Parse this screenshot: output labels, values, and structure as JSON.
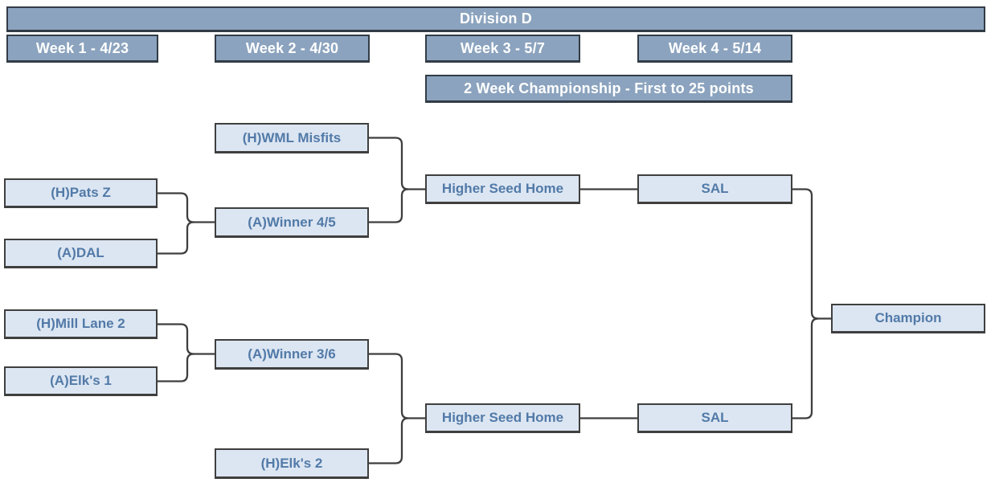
{
  "header": {
    "title": "Division D"
  },
  "weeks": [
    {
      "label": "Week 1 - 4/23"
    },
    {
      "label": "Week 2 - 4/30"
    },
    {
      "label": "Week 3 - 5/7"
    },
    {
      "label": "Week 4 - 5/14"
    }
  ],
  "championship": {
    "label": "2 Week Championship - First to 25 points"
  },
  "bracket": {
    "round1": [
      {
        "label": "(H)Pats Z"
      },
      {
        "label": "(A)DAL"
      },
      {
        "label": "(H)Mill Lane 2"
      },
      {
        "label": "(A)Elk's 1"
      }
    ],
    "round2": [
      {
        "label": "(H)WML Misfits"
      },
      {
        "label": "(A)Winner 4/5"
      },
      {
        "label": "(A)Winner 3/6"
      },
      {
        "label": "(H)Elk's 2"
      }
    ],
    "round3": [
      {
        "label": "Higher Seed Home"
      },
      {
        "label": "Higher Seed Home"
      }
    ],
    "round4": [
      {
        "label": "SAL"
      },
      {
        "label": "SAL"
      }
    ],
    "champion": {
      "label": "Champion"
    }
  },
  "colors": {
    "header_fill": "#8ba3be",
    "header_text": "#ffffff",
    "box_fill": "#dce6f2",
    "box_border": "#3f3f3f",
    "box_text": "#527aa8",
    "connector": "#3f3f3f",
    "background": "#ffffff"
  }
}
